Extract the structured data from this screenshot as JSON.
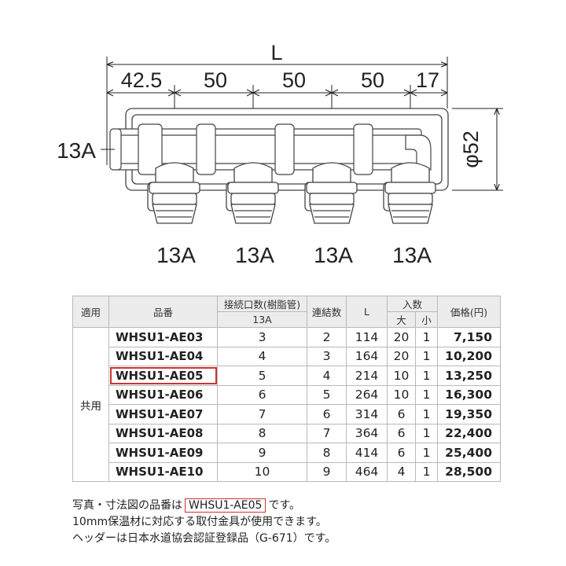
{
  "drawing": {
    "overall_dim": "L",
    "dims": [
      "42.5",
      "50",
      "50",
      "50",
      "17"
    ],
    "inlet_label": "13A",
    "diameter_label": "φ52",
    "outlet_labels": [
      "13A",
      "13A",
      "13A",
      "13A"
    ]
  },
  "table": {
    "headers": {
      "application": "適用",
      "model": "品番",
      "ports": "接続口数(樹脂管)",
      "ports_sub": "13A",
      "connections": "連結数",
      "length": "L",
      "pack": "入数",
      "pack_large": "大",
      "pack_small": "小",
      "price": "価格(円)"
    },
    "group_label": "共用",
    "highlight_row": 2,
    "rows": [
      {
        "model": "WHSU1-AE03",
        "ports": "3",
        "connections": "2",
        "length": "114",
        "large": "20",
        "small": "1",
        "price": "7,150"
      },
      {
        "model": "WHSU1-AE04",
        "ports": "4",
        "connections": "3",
        "length": "164",
        "large": "20",
        "small": "1",
        "price": "10,200"
      },
      {
        "model": "WHSU1-AE05",
        "ports": "5",
        "connections": "4",
        "length": "214",
        "large": "10",
        "small": "1",
        "price": "13,250"
      },
      {
        "model": "WHSU1-AE06",
        "ports": "6",
        "connections": "5",
        "length": "264",
        "large": "10",
        "small": "1",
        "price": "16,300"
      },
      {
        "model": "WHSU1-AE07",
        "ports": "7",
        "connections": "6",
        "length": "314",
        "large": "6",
        "small": "1",
        "price": "19,350"
      },
      {
        "model": "WHSU1-AE08",
        "ports": "8",
        "connections": "7",
        "length": "364",
        "large": "6",
        "small": "1",
        "price": "22,400"
      },
      {
        "model": "WHSU1-AE09",
        "ports": "9",
        "connections": "8",
        "length": "414",
        "large": "6",
        "small": "1",
        "price": "25,400"
      },
      {
        "model": "WHSU1-AE10",
        "ports": "10",
        "connections": "9",
        "length": "464",
        "large": "4",
        "small": "1",
        "price": "28,500"
      }
    ]
  },
  "notes": {
    "line1_prefix": "写真・寸法図の品番は",
    "line1_model": "WHSU1-AE05",
    "line1_suffix": "です。",
    "line2": "10mm保温材に対応する取付金具が使用できます。",
    "line3": "ヘッダーは日本水道協会認証登録品（G-671）です。"
  },
  "colors": {
    "highlight": "#cc3333",
    "header_bg": "#ececec",
    "grid": "#b9b9b9"
  }
}
